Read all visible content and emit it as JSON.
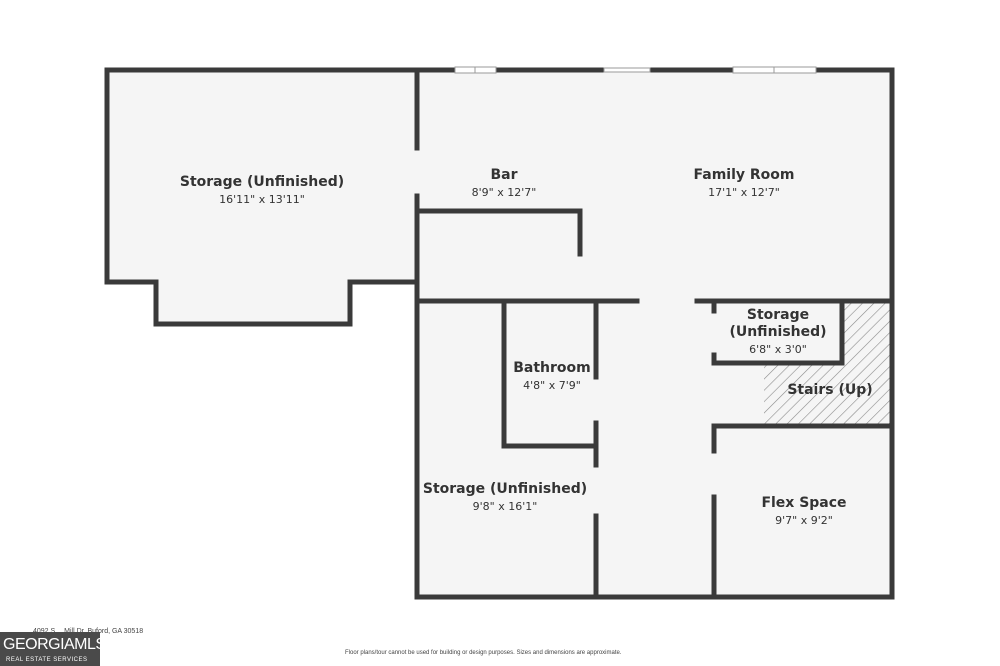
{
  "rooms": [
    {
      "name": "Storage (Unfinished)",
      "dims": "16'11\" x 13'11\""
    },
    {
      "name": "Bar",
      "dims": "8'9\" x 12'7\""
    },
    {
      "name": "Family Room",
      "dims": "17'1\" x 12'7\""
    },
    {
      "name": "Storage (Unfinished)",
      "dims": "6'8\" x 3'0\""
    },
    {
      "name": "Stairs (Up)",
      "dims": ""
    },
    {
      "name": "Bathroom",
      "dims": "4'8\" x 7'9\""
    },
    {
      "name": "Storage (Unfinished)",
      "dims": "9'8\" x 16'1\""
    },
    {
      "name": "Flex Space",
      "dims": "9'7\" x 9'2\""
    }
  ],
  "footer": {
    "address": "4092 S… Mill Dr, Buford, GA 30518",
    "disclaimer": "Floor plans/tour cannot be used for building or design purposes. Sizes and dimensions are approximate."
  },
  "logo": {
    "main": "GEORGIAMLS",
    "sub": "REAL ESTATE SERVICES"
  },
  "colors": {
    "wall": "#3a3a3a",
    "floor": "#f5f5f5",
    "stairs_hatch": "#888888",
    "logo_bg": "#4a4a4a"
  }
}
